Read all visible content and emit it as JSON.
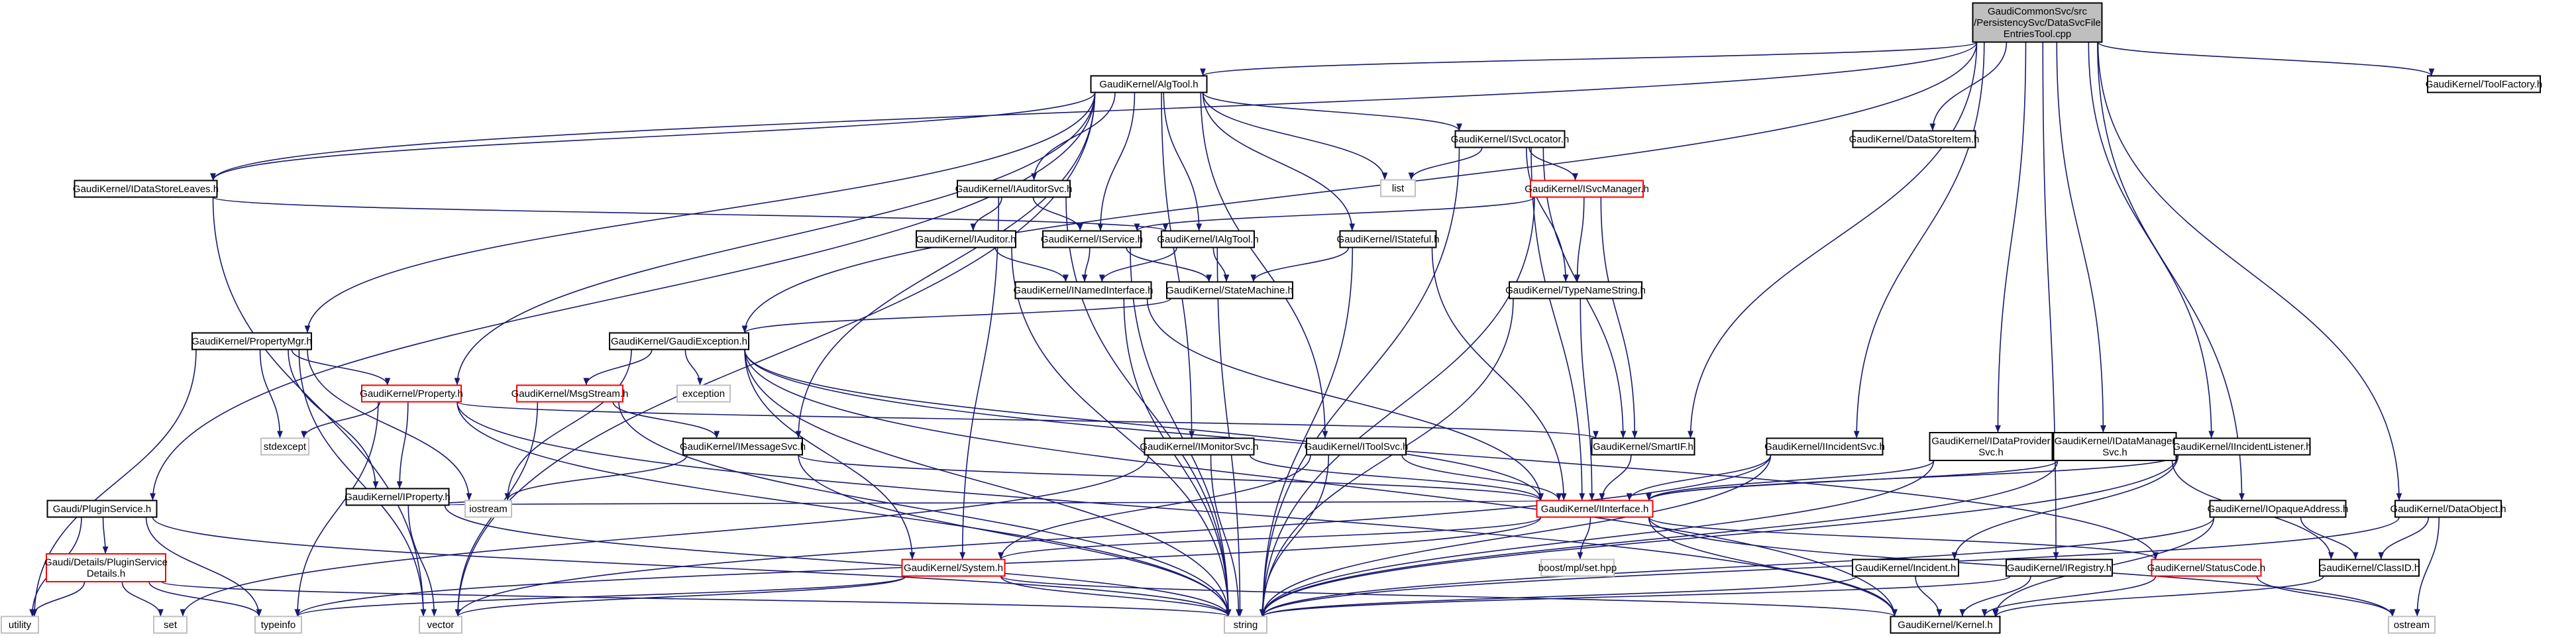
{
  "colors": {
    "edge": "#191970",
    "root_fill": "#bfbfbf",
    "node_border": "#000000",
    "incomplete_border": "#ff0000",
    "external_border": "#bfbfbf"
  },
  "graph": {
    "root": "root",
    "nodes": [
      {
        "id": "root",
        "lines": [
          "GaudiCommonSvc/src",
          "/PersistencySvc/DataSvcFile",
          "EntriesTool.cpp"
        ],
        "style": "root"
      },
      {
        "id": "algtool",
        "lines": [
          "GaudiKernel/AlgTool.h"
        ],
        "style": "normal"
      },
      {
        "id": "toolfactory",
        "lines": [
          "GaudiKernel/ToolFactory.h"
        ],
        "style": "normal"
      },
      {
        "id": "datastoreitem",
        "lines": [
          "GaudiKernel/DataStoreItem.h"
        ],
        "style": "normal"
      },
      {
        "id": "isvclocator",
        "lines": [
          "GaudiKernel/ISvcLocator.h"
        ],
        "style": "normal"
      },
      {
        "id": "list",
        "lines": [
          "list"
        ],
        "style": "external"
      },
      {
        "id": "idatastoreleaves",
        "lines": [
          "GaudiKernel/IDataStoreLeaves.h"
        ],
        "style": "normal"
      },
      {
        "id": "iauditorsvc",
        "lines": [
          "GaudiKernel/IAuditorSvc.h"
        ],
        "style": "normal"
      },
      {
        "id": "isvcmanager",
        "lines": [
          "GaudiKernel/ISvcManager.h"
        ],
        "style": "incomplete"
      },
      {
        "id": "iauditor",
        "lines": [
          "GaudiKernel/IAuditor.h"
        ],
        "style": "normal"
      },
      {
        "id": "iservice",
        "lines": [
          "GaudiKernel/IService.h"
        ],
        "style": "normal"
      },
      {
        "id": "ialgtool",
        "lines": [
          "GaudiKernel/IAlgTool.h"
        ],
        "style": "normal"
      },
      {
        "id": "istateful",
        "lines": [
          "GaudiKernel/IStateful.h"
        ],
        "style": "normal"
      },
      {
        "id": "inamedinterface",
        "lines": [
          "GaudiKernel/INamedInterface.h"
        ],
        "style": "normal"
      },
      {
        "id": "statemachine",
        "lines": [
          "GaudiKernel/StateMachine.h"
        ],
        "style": "normal"
      },
      {
        "id": "typenamestring",
        "lines": [
          "GaudiKernel/TypeNameString.h"
        ],
        "style": "normal"
      },
      {
        "id": "propertymgr",
        "lines": [
          "GaudiKernel/PropertyMgr.h"
        ],
        "style": "normal"
      },
      {
        "id": "gaudiexception",
        "lines": [
          "GaudiKernel/GaudiException.h"
        ],
        "style": "normal"
      },
      {
        "id": "property",
        "lines": [
          "GaudiKernel/Property.h"
        ],
        "style": "incomplete"
      },
      {
        "id": "msgstream",
        "lines": [
          "GaudiKernel/MsgStream.h"
        ],
        "style": "incomplete"
      },
      {
        "id": "exception",
        "lines": [
          "exception"
        ],
        "style": "external"
      },
      {
        "id": "stdexcept",
        "lines": [
          "stdexcept"
        ],
        "style": "external"
      },
      {
        "id": "iproperty",
        "lines": [
          "GaudiKernel/IProperty.h"
        ],
        "style": "normal"
      },
      {
        "id": "imessagesvc",
        "lines": [
          "GaudiKernel/IMessageSvc.h"
        ],
        "style": "normal"
      },
      {
        "id": "imonitorsvc",
        "lines": [
          "GaudiKernel/IMonitorSvc.h"
        ],
        "style": "normal"
      },
      {
        "id": "itoolsvc",
        "lines": [
          "GaudiKernel/IToolSvc.h"
        ],
        "style": "normal"
      },
      {
        "id": "smartif",
        "lines": [
          "GaudiKernel/SmartIF.h"
        ],
        "style": "normal"
      },
      {
        "id": "iincidentsvc",
        "lines": [
          "GaudiKernel/IIncidentSvc.h"
        ],
        "style": "normal"
      },
      {
        "id": "idataprovidersvc",
        "lines": [
          "GaudiKernel/IDataProvider",
          "Svc.h"
        ],
        "style": "normal"
      },
      {
        "id": "idatamanagersvc",
        "lines": [
          "GaudiKernel/IDataManager",
          "Svc.h"
        ],
        "style": "normal"
      },
      {
        "id": "iincidentlistener",
        "lines": [
          "GaudiKernel/IIncidentListener.h"
        ],
        "style": "normal"
      },
      {
        "id": "pluginservice",
        "lines": [
          "Gaudi/PluginService.h"
        ],
        "style": "normal"
      },
      {
        "id": "iostream",
        "lines": [
          "iostream"
        ],
        "style": "external"
      },
      {
        "id": "iinterface",
        "lines": [
          "GaudiKernel/IInterface.h"
        ],
        "style": "incomplete"
      },
      {
        "id": "iopaqueaddress",
        "lines": [
          "GaudiKernel/IOpaqueAddress.h"
        ],
        "style": "normal"
      },
      {
        "id": "dataobject",
        "lines": [
          "GaudiKernel/DataObject.h"
        ],
        "style": "normal"
      },
      {
        "id": "pluginservicedetails",
        "lines": [
          "Gaudi/Details/PluginService",
          "Details.h"
        ],
        "style": "incomplete"
      },
      {
        "id": "boostmplset",
        "lines": [
          "boost/mpl/set.hpp"
        ],
        "style": "external"
      },
      {
        "id": "system",
        "lines": [
          "GaudiKernel/System.h"
        ],
        "style": "incomplete"
      },
      {
        "id": "iincident",
        "lines": [
          "GaudiKernel/Incident.h"
        ],
        "style": "normal"
      },
      {
        "id": "iregistry",
        "lines": [
          "GaudiKernel/IRegistry.h"
        ],
        "style": "normal"
      },
      {
        "id": "statuscode",
        "lines": [
          "GaudiKernel/StatusCode.h"
        ],
        "style": "incomplete"
      },
      {
        "id": "classid",
        "lines": [
          "GaudiKernel/ClassID.h"
        ],
        "style": "normal"
      },
      {
        "id": "utility",
        "lines": [
          "utility"
        ],
        "style": "external"
      },
      {
        "id": "set",
        "lines": [
          "set"
        ],
        "style": "external"
      },
      {
        "id": "typeinfo",
        "lines": [
          "typeinfo"
        ],
        "style": "external"
      },
      {
        "id": "vector",
        "lines": [
          "vector"
        ],
        "style": "external"
      },
      {
        "id": "string",
        "lines": [
          "string"
        ],
        "style": "external"
      },
      {
        "id": "kernel",
        "lines": [
          "GaudiKernel/Kernel.h"
        ],
        "style": "normal"
      },
      {
        "id": "ostream",
        "lines": [
          "ostream"
        ],
        "style": "external"
      }
    ],
    "edges": [
      [
        "root",
        "algtool"
      ],
      [
        "root",
        "toolfactory"
      ],
      [
        "root",
        "datastoreitem"
      ],
      [
        "root",
        "idatastoreleaves"
      ],
      [
        "root",
        "smartif"
      ],
      [
        "root",
        "iincidentsvc"
      ],
      [
        "root",
        "idataprovidersvc"
      ],
      [
        "root",
        "idatamanagersvc"
      ],
      [
        "root",
        "iincidentlistener"
      ],
      [
        "root",
        "iregistry"
      ],
      [
        "root",
        "dataobject"
      ],
      [
        "root",
        "gaudiexception"
      ],
      [
        "root",
        "iopaqueaddress"
      ],
      [
        "algtool",
        "isvclocator"
      ],
      [
        "algtool",
        "list"
      ],
      [
        "algtool",
        "iauditorsvc"
      ],
      [
        "algtool",
        "iservice"
      ],
      [
        "algtool",
        "ialgtool"
      ],
      [
        "algtool",
        "istateful"
      ],
      [
        "algtool",
        "imonitorsvc"
      ],
      [
        "algtool",
        "itoolsvc"
      ],
      [
        "algtool",
        "imessagesvc"
      ],
      [
        "algtool",
        "propertymgr"
      ],
      [
        "algtool",
        "property"
      ],
      [
        "algtool",
        "pluginservice"
      ],
      [
        "algtool",
        "idatastoreleaves"
      ],
      [
        "algtool",
        "vector"
      ],
      [
        "isvclocator",
        "list"
      ],
      [
        "isvclocator",
        "isvcmanager"
      ],
      [
        "isvclocator",
        "typenamestring"
      ],
      [
        "isvclocator",
        "smartif"
      ],
      [
        "isvclocator",
        "iinterface"
      ],
      [
        "isvclocator",
        "string"
      ],
      [
        "isvcmanager",
        "iservice"
      ],
      [
        "isvcmanager",
        "typenamestring"
      ],
      [
        "isvcmanager",
        "smartif"
      ],
      [
        "isvcmanager",
        "string"
      ],
      [
        "idatastoreleaves",
        "ialgtool"
      ],
      [
        "idatastoreleaves",
        "vector"
      ],
      [
        "iauditorsvc",
        "iservice"
      ],
      [
        "iauditorsvc",
        "iauditor"
      ],
      [
        "iauditorsvc",
        "system"
      ],
      [
        "iauditorsvc",
        "string"
      ],
      [
        "iauditor",
        "inamedinterface"
      ],
      [
        "iauditor",
        "string"
      ],
      [
        "iservice",
        "inamedinterface"
      ],
      [
        "iservice",
        "statemachine"
      ],
      [
        "iservice",
        "string"
      ],
      [
        "ialgtool",
        "inamedinterface"
      ],
      [
        "ialgtool",
        "statemachine"
      ],
      [
        "ialgtool",
        "string"
      ],
      [
        "istateful",
        "statemachine"
      ],
      [
        "istateful",
        "iinterface"
      ],
      [
        "istateful",
        "string"
      ],
      [
        "inamedinterface",
        "iinterface"
      ],
      [
        "inamedinterface",
        "string"
      ],
      [
        "statemachine",
        "gaudiexception"
      ],
      [
        "typenamestring",
        "iinterface"
      ],
      [
        "typenamestring",
        "string"
      ],
      [
        "gaudiexception",
        "msgstream"
      ],
      [
        "gaudiexception",
        "exception"
      ],
      [
        "gaudiexception",
        "iinterface"
      ],
      [
        "gaudiexception",
        "system"
      ],
      [
        "gaudiexception",
        "iostream"
      ],
      [
        "gaudiexception",
        "string"
      ],
      [
        "gaudiexception",
        "statuscode"
      ],
      [
        "gaudiexception",
        "kernel"
      ],
      [
        "propertymgr",
        "property"
      ],
      [
        "propertymgr",
        "iproperty"
      ],
      [
        "propertymgr",
        "stdexcept"
      ],
      [
        "propertymgr",
        "iostream"
      ],
      [
        "propertymgr",
        "utility"
      ],
      [
        "propertymgr",
        "vector"
      ],
      [
        "property",
        "stdexcept"
      ],
      [
        "property",
        "typeinfo"
      ],
      [
        "property",
        "iproperty"
      ],
      [
        "property",
        "smartif"
      ],
      [
        "property",
        "string"
      ],
      [
        "property",
        "kernel"
      ],
      [
        "msgstream",
        "imessagesvc"
      ],
      [
        "msgstream",
        "string"
      ],
      [
        "msgstream",
        "vector"
      ],
      [
        "iproperty",
        "iostream"
      ],
      [
        "iproperty",
        "iinterface"
      ],
      [
        "iproperty",
        "string"
      ],
      [
        "iproperty",
        "vector"
      ],
      [
        "imessagesvc",
        "iinterface"
      ],
      [
        "imessagesvc",
        "iostream"
      ],
      [
        "imessagesvc",
        "string"
      ],
      [
        "imonitorsvc",
        "iinterface"
      ],
      [
        "imonitorsvc",
        "set"
      ],
      [
        "imonitorsvc",
        "string"
      ],
      [
        "itoolsvc",
        "iinterface"
      ],
      [
        "itoolsvc",
        "system"
      ],
      [
        "itoolsvc",
        "string"
      ],
      [
        "smartif",
        "iinterface"
      ],
      [
        "iincidentsvc",
        "iinterface"
      ],
      [
        "iincidentsvc",
        "string"
      ],
      [
        "iincidentsvc",
        "vector"
      ],
      [
        "idataprovidersvc",
        "iinterface"
      ],
      [
        "idataprovidersvc",
        "string"
      ],
      [
        "idatamanagersvc",
        "iinterface"
      ],
      [
        "idatamanagersvc",
        "classid"
      ],
      [
        "idatamanagersvc",
        "string"
      ],
      [
        "iincidentlistener",
        "iinterface"
      ],
      [
        "iincidentlistener",
        "string"
      ],
      [
        "iincidentlistener",
        "iincident"
      ],
      [
        "iincident",
        "string"
      ],
      [
        "iincident",
        "kernel"
      ],
      [
        "iregistry",
        "string"
      ],
      [
        "iregistry",
        "kernel"
      ],
      [
        "iinterface",
        "system"
      ],
      [
        "iinterface",
        "typeinfo"
      ],
      [
        "iinterface",
        "boostmplset"
      ],
      [
        "iinterface",
        "statuscode"
      ],
      [
        "iinterface",
        "ostream"
      ],
      [
        "iinterface",
        "kernel"
      ],
      [
        "pluginservice",
        "pluginservicedetails"
      ],
      [
        "pluginservice",
        "typeinfo"
      ],
      [
        "pluginservice",
        "utility"
      ],
      [
        "pluginservice",
        "string"
      ],
      [
        "pluginservicedetails",
        "utility"
      ],
      [
        "pluginservicedetails",
        "set"
      ],
      [
        "pluginservicedetails",
        "typeinfo"
      ],
      [
        "pluginservicedetails",
        "string"
      ],
      [
        "system",
        "typeinfo"
      ],
      [
        "system",
        "vector"
      ],
      [
        "system",
        "string"
      ],
      [
        "system",
        "kernel"
      ],
      [
        "statuscode",
        "ostream"
      ],
      [
        "statuscode",
        "kernel"
      ],
      [
        "iopaqueaddress",
        "classid"
      ],
      [
        "iopaqueaddress",
        "string"
      ],
      [
        "iopaqueaddress",
        "kernel"
      ],
      [
        "dataobject",
        "classid"
      ],
      [
        "dataobject",
        "string"
      ],
      [
        "dataobject",
        "ostream"
      ],
      [
        "classid",
        "kernel"
      ]
    ]
  }
}
